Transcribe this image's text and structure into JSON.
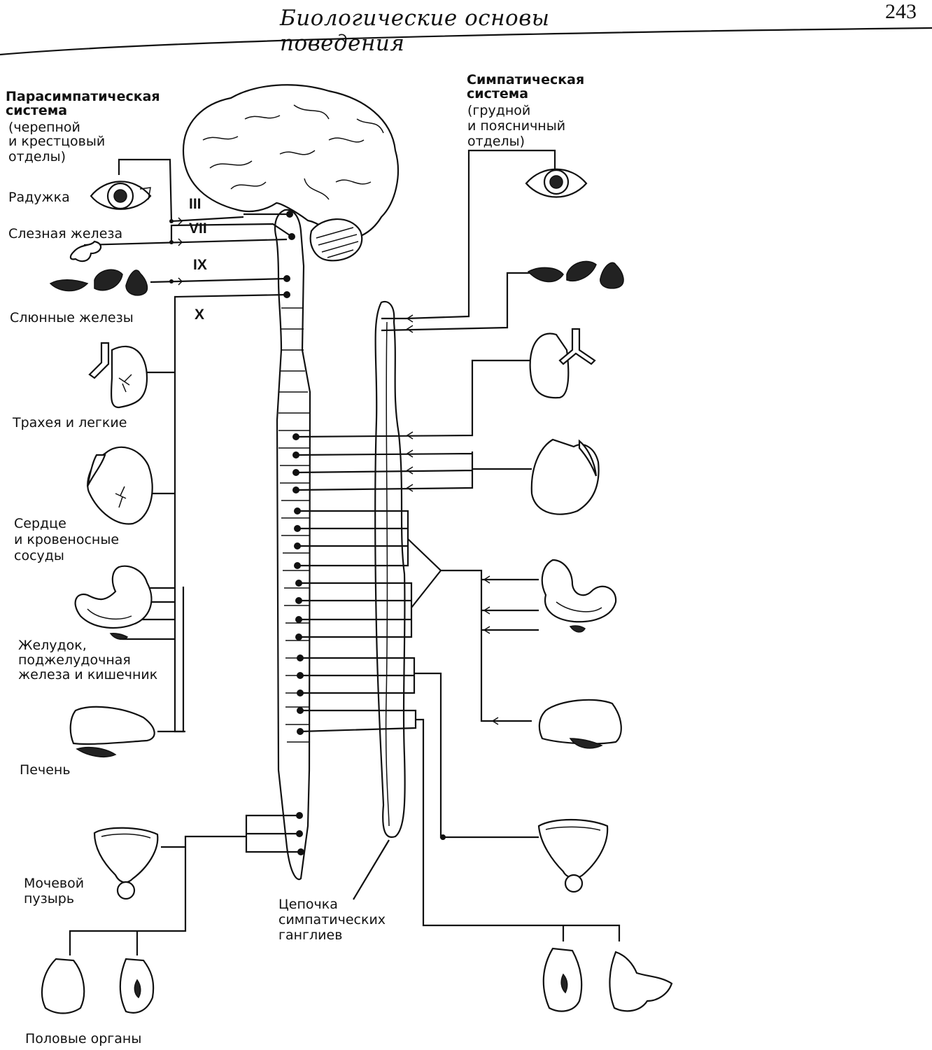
{
  "header": {
    "running_title": "Биологические основы поведения",
    "page_number": "243"
  },
  "parasympathetic": {
    "title": [
      "Парасимпатическая",
      "система"
    ],
    "subtitle": [
      "(черепной",
      "и крестцовый",
      "отделы)"
    ],
    "organs": {
      "iris": "Радужка",
      "lacrimal": "Слезная железа",
      "salivary": "Слюнные железы",
      "lungs": "Трахея и легкие",
      "heart": [
        "Сердце",
        "и кровеносные",
        "сосуды"
      ],
      "stomach": [
        "Желудок,",
        "поджелудочная",
        "железа и кишечник"
      ],
      "liver": "Печень",
      "bladder": [
        "Мочевой",
        "пузырь"
      ],
      "genitals": "Половые органы"
    }
  },
  "sympathetic": {
    "title": [
      "Симпатическая",
      "система"
    ],
    "subtitle": [
      "(грудной",
      "и поясничный",
      "отделы)"
    ]
  },
  "cranial_nerves": [
    "III",
    "VII",
    "IX",
    "X"
  ],
  "ganglia_chain": [
    "Цепочка",
    "симпатических",
    "ганглиев"
  ],
  "icons": [
    "brain-icon",
    "eye-icon",
    "tear-gland-icon",
    "salivary-gland-icon",
    "lung-icon",
    "heart-icon",
    "stomach-icon",
    "liver-icon",
    "bladder-icon",
    "genitals-icon"
  ]
}
